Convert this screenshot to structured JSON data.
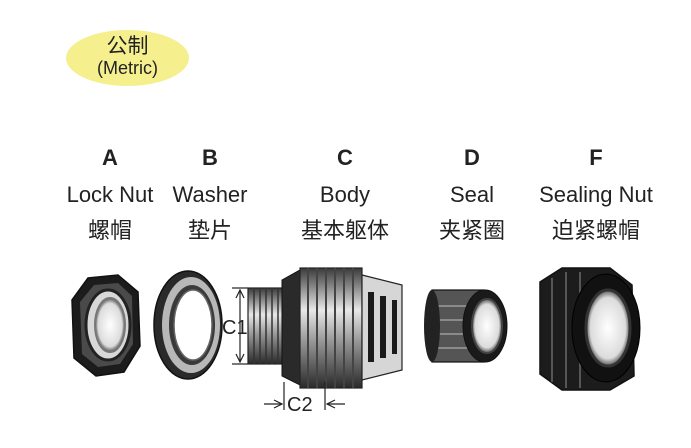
{
  "badge": {
    "zh": "公制",
    "en": "(Metric)"
  },
  "parts": [
    {
      "letter": "A",
      "name_en": "Lock Nut",
      "name_zh": "螺帽"
    },
    {
      "letter": "B",
      "name_en": "Washer",
      "name_zh": "垫片"
    },
    {
      "letter": "C",
      "name_en": "Body",
      "name_zh": "基本躯体"
    },
    {
      "letter": "D",
      "name_en": "Seal",
      "name_zh": "夹紧圈"
    },
    {
      "letter": "F",
      "name_en": "Sealing Nut",
      "name_zh": "迫紧螺帽"
    }
  ],
  "dimensions": {
    "c1": "C1",
    "c2": "C2"
  }
}
